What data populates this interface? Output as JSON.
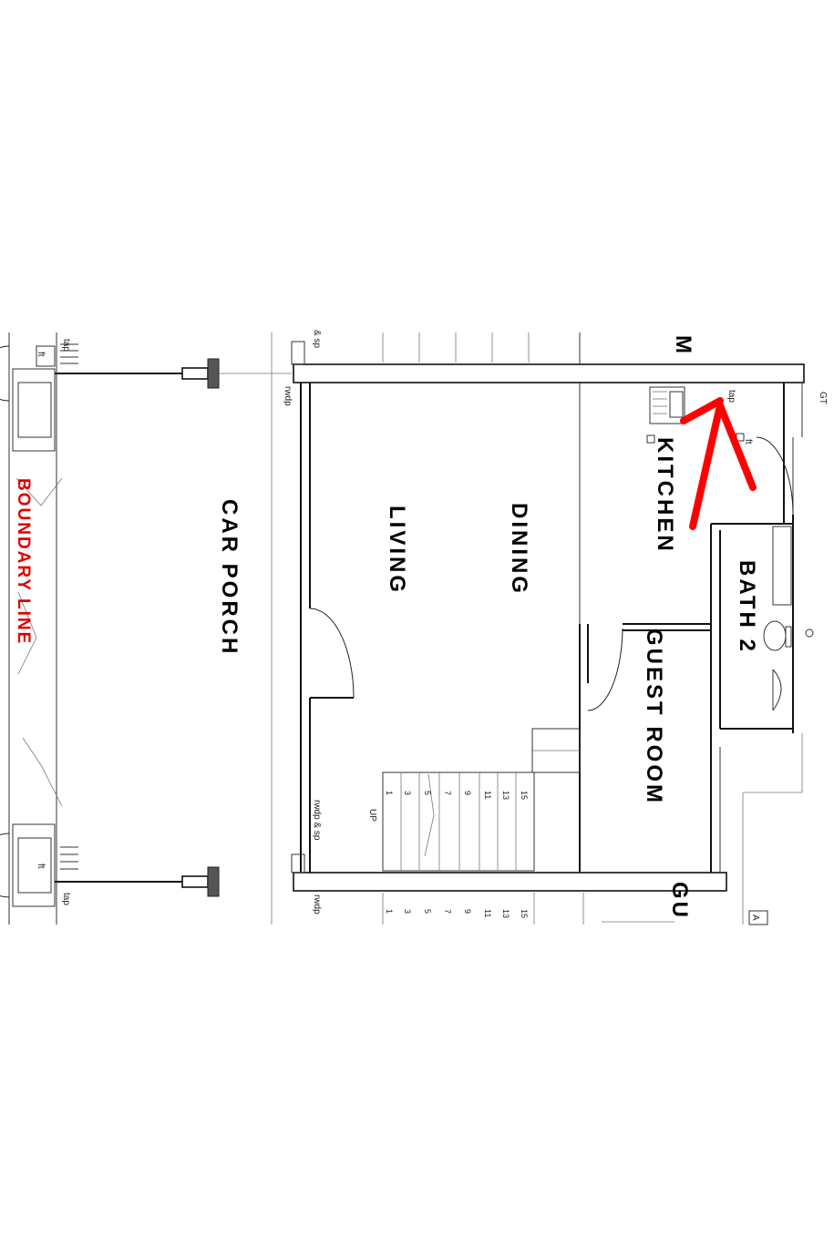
{
  "rooms": {
    "car_porch": "CAR PORCH",
    "living": "LIVING",
    "dining": "DINING",
    "kitchen": "KITCHEN",
    "bath2": "BATH 2",
    "guest_room": "GUEST ROOM",
    "guest_partial": "GU",
    "top_partial": "M"
  },
  "boundary_label": "BOUNDARY LINE",
  "annotations": {
    "tap": "tap",
    "ft": "ft",
    "rwdp": "rwdp",
    "rwdp_sp": "rwdp & sp",
    "sp": "& sp",
    "gt": "GT",
    "up": "UP",
    "a": "A"
  },
  "stair_steps": [
    "1",
    "3",
    "5",
    "7",
    "9",
    "11",
    "13",
    "15"
  ],
  "colors": {
    "markup": "#ff0000",
    "boundary": "#e00000",
    "lines": "#111111"
  }
}
